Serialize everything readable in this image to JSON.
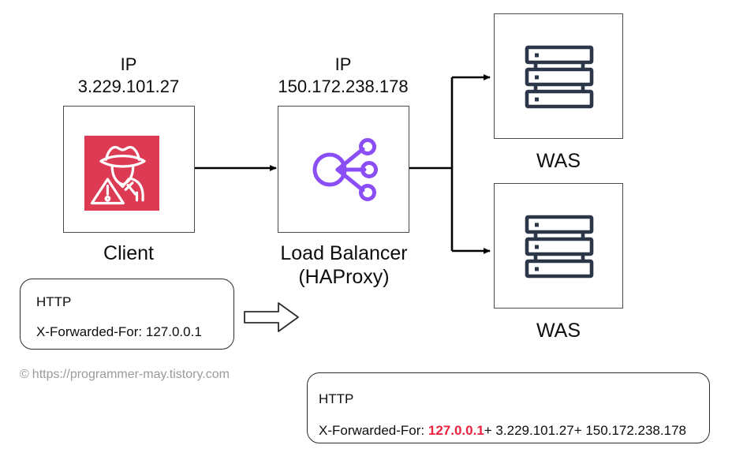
{
  "diagram": {
    "title_hidden": "",
    "colors": {
      "client_icon_bg": "#dd3b53",
      "loadbalancer_icon": "#8b4df5",
      "was_icon": "#2b3648",
      "box_border": "#4a4a52",
      "connector": "#000000",
      "highlight_red": "#e8243f",
      "credit_gray": "#9b9b9b"
    },
    "nodes": [
      {
        "id": "client",
        "caption": "Client",
        "ip_kind": "IP",
        "ip_value": "3.229.101.27",
        "icon": "hacker-warning-icon"
      },
      {
        "id": "loadbalancer",
        "caption": "Load Balancer\n(HAProxy)",
        "ip_kind": "IP",
        "ip_value": "150.172.238.178",
        "icon": "load-balancer-hub-icon"
      },
      {
        "id": "was-top",
        "caption": "WAS",
        "icon": "server-stack-icon"
      },
      {
        "id": "was-bottom",
        "caption": "WAS",
        "icon": "server-stack-icon"
      }
    ],
    "request_before": {
      "protocol": "HTTP",
      "header_name": "X-Forwarded-For:",
      "header_value": "127.0.0.1"
    },
    "request_after": {
      "protocol": "HTTP",
      "header_name": "X-Forwarded-For:",
      "value_original": "127.0.0.1",
      "value_appended_1": "+ 3.229.101.27",
      "value_appended_2": "+ 150.172.238.178"
    },
    "flow_arrow": "block-arrow-right-icon",
    "credit": {
      "mark": "©",
      "url": "https://programmer-may.tistory.com"
    }
  }
}
